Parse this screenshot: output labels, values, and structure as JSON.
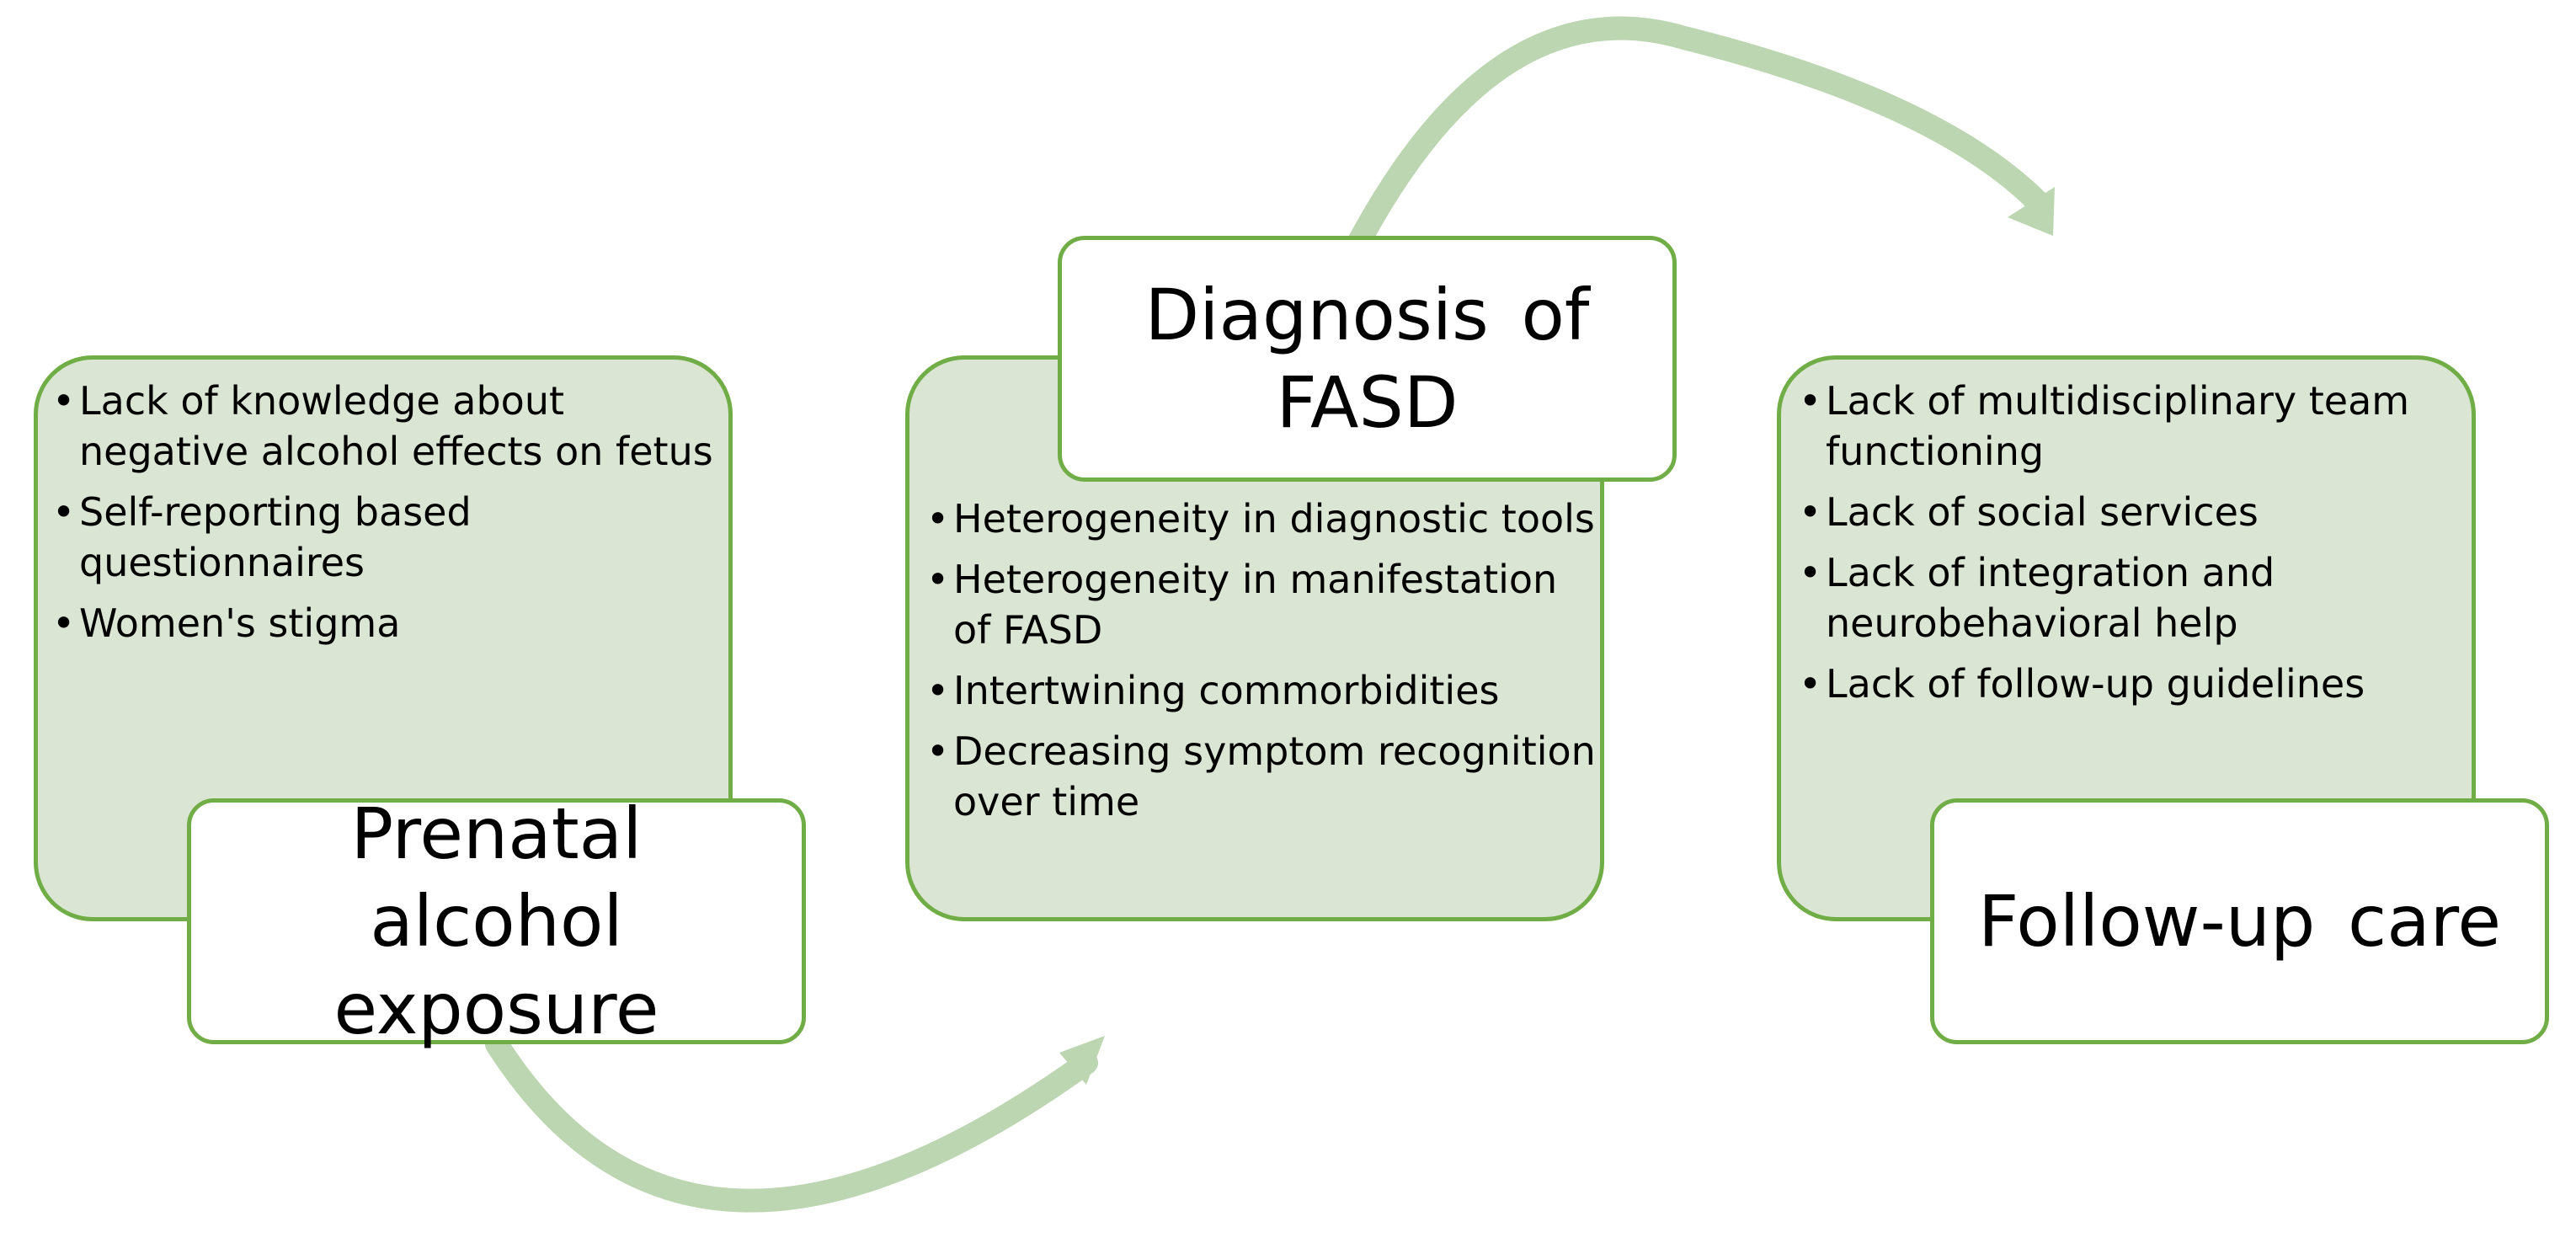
{
  "stages": [
    {
      "title": "Prenatal alcohol exposure",
      "items": [
        "Lack of knowledge about negative alcohol effects on fetus",
        "Self-reporting based questionnaires",
        "Women's stigma"
      ]
    },
    {
      "title": "Diagnosis of FASD",
      "items": [
        "Heterogeneity in diagnostic tools",
        "Heterogeneity in manifestation of FASD",
        "Intertwining commorbidities",
        "Decreasing symptom recognition over time"
      ]
    },
    {
      "title": "Follow-up care",
      "items": [
        "Lack of multidisciplinary team functioning",
        "Lack of social services",
        "Lack of integration and neurobehavioral help",
        "Lack of follow-up guidelines"
      ]
    }
  ],
  "colors": {
    "card_fill": "#dae6d3",
    "border": "#70ad47",
    "arrow": "#bcd6b1"
  }
}
